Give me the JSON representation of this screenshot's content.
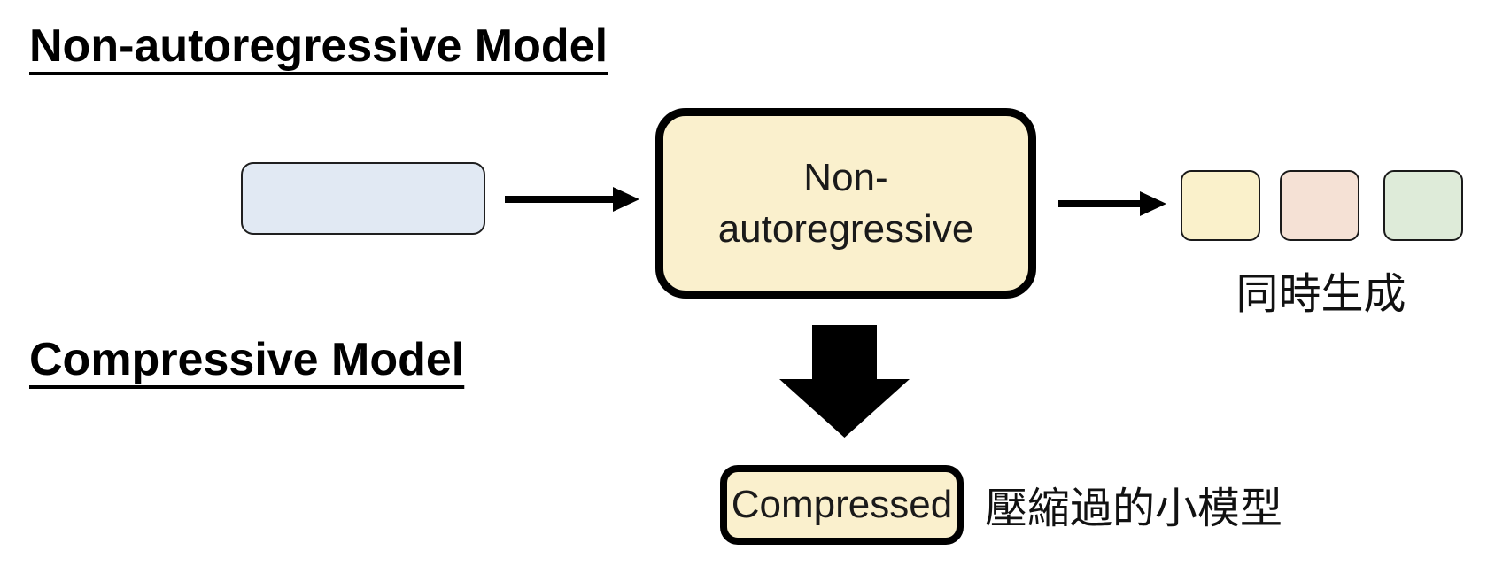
{
  "sections": {
    "nonautoregressive": {
      "title": "Non-autoregressive Model"
    },
    "compressive": {
      "title": "Compressive Model"
    }
  },
  "flow": {
    "input_box": {
      "color": "#e1e9f3"
    },
    "model_box": {
      "label_line1": "Non-",
      "label_line2": "autoregressive",
      "color": "#faf0cd"
    },
    "output_tokens": [
      {
        "name": "token-1",
        "color": "#faf1cb"
      },
      {
        "name": "token-2",
        "color": "#f5e1d5"
      },
      {
        "name": "token-3",
        "color": "#deebd9"
      }
    ],
    "output_caption": "同時生成"
  },
  "compressed": {
    "box_label": "Compressed",
    "caption": "壓縮過的小模型",
    "color": "#faf0cd"
  },
  "colors": {
    "arrow": "#000000",
    "border": "#000000",
    "background": "#ffffff"
  }
}
